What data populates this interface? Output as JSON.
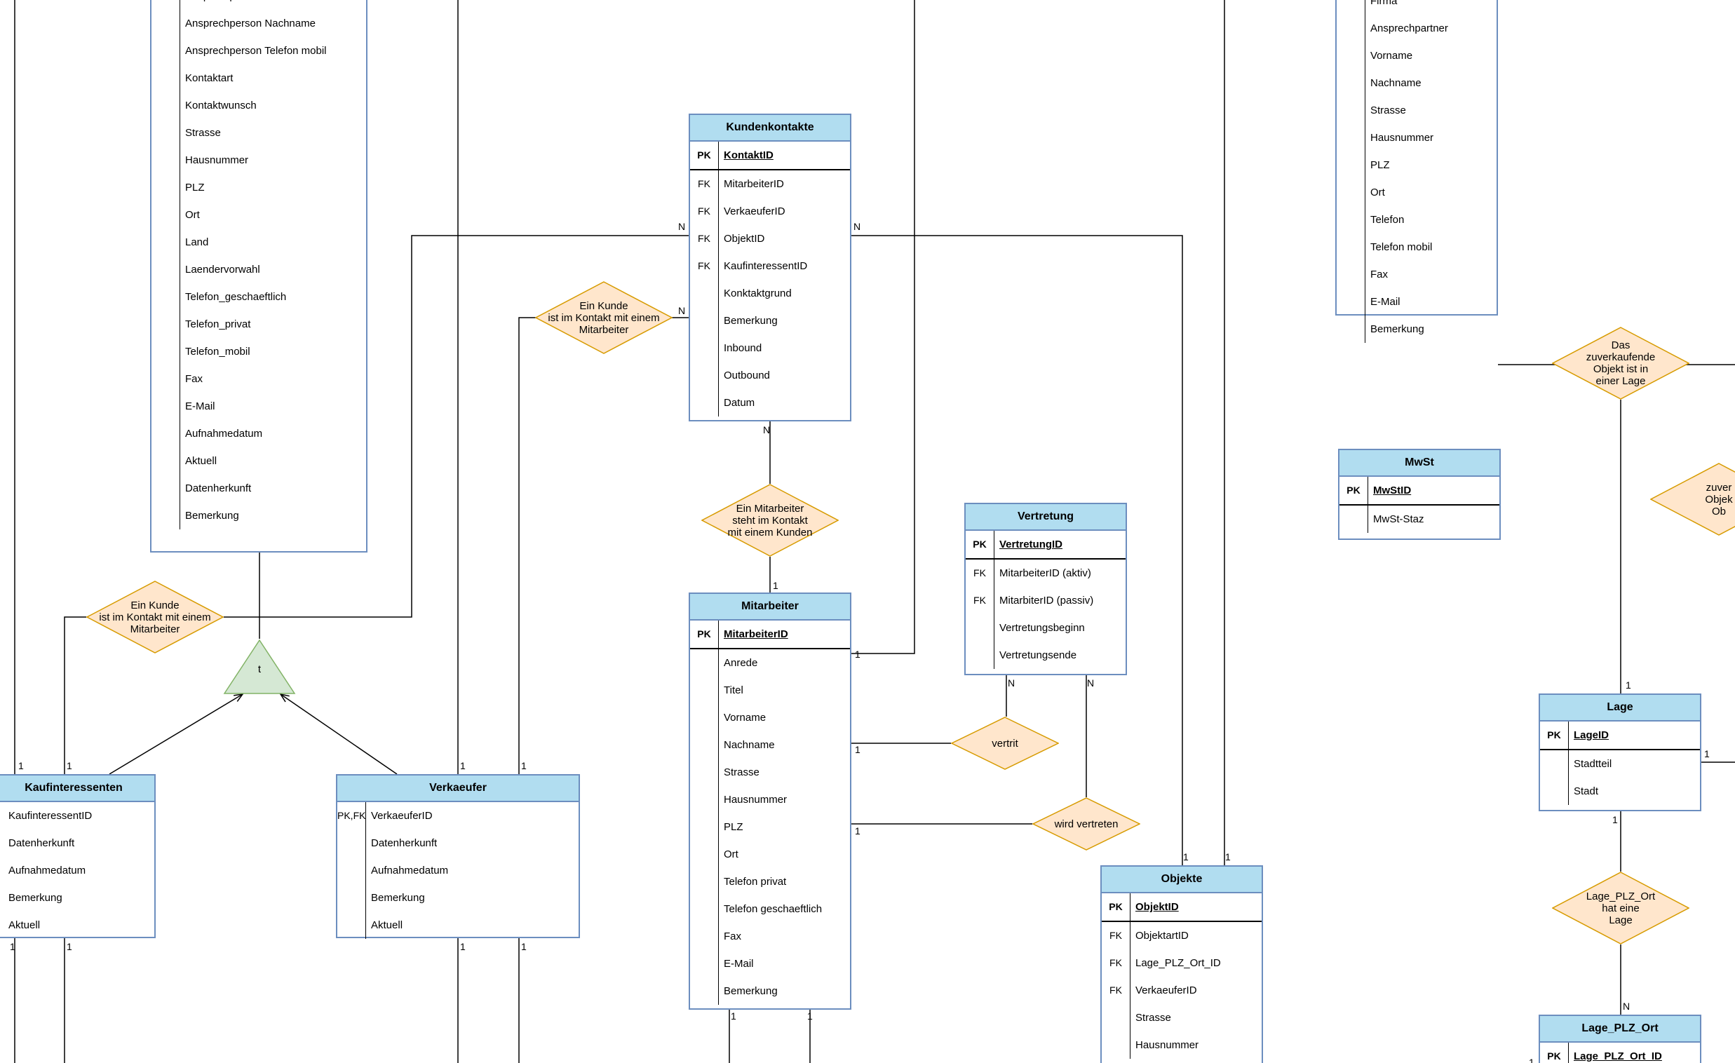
{
  "entities": [
    {
      "key": "kunden_top",
      "name": "",
      "rows": [
        {
          "key": "",
          "field": "Ansprechperson Vorname"
        },
        {
          "key": "",
          "field": "Ansprechperson Nachname"
        },
        {
          "key": "",
          "field": "Ansprechperson Telefon mobil"
        },
        {
          "key": "",
          "field": "Kontaktart"
        },
        {
          "key": "",
          "field": "Kontaktwunsch"
        },
        {
          "key": "",
          "field": "Strasse"
        },
        {
          "key": "",
          "field": "Hausnummer"
        },
        {
          "key": "",
          "field": "PLZ"
        },
        {
          "key": "",
          "field": "Ort"
        },
        {
          "key": "",
          "field": "Land"
        },
        {
          "key": "",
          "field": "Laendervorwahl"
        },
        {
          "key": "",
          "field": "Telefon_geschaeftlich"
        },
        {
          "key": "",
          "field": "Telefon_privat"
        },
        {
          "key": "",
          "field": "Telefon_mobil"
        },
        {
          "key": "",
          "field": "Fax"
        },
        {
          "key": "",
          "field": "E-Mail"
        },
        {
          "key": "",
          "field": "Aufnahmedatum"
        },
        {
          "key": "",
          "field": "Aktuell"
        },
        {
          "key": "",
          "field": "Datenherkunft"
        },
        {
          "key": "",
          "field": "Bemerkung"
        }
      ]
    },
    {
      "key": "kontakte",
      "name": "Kundenkontakte",
      "rows": [
        {
          "key": "PK",
          "field": "KontaktID",
          "pk": true
        },
        {
          "key": "FK",
          "field": "MitarbeiterID"
        },
        {
          "key": "FK",
          "field": "VerkaeuferID"
        },
        {
          "key": "FK",
          "field": "ObjektID"
        },
        {
          "key": "FK",
          "field": "KaufinteressentID"
        },
        {
          "key": "",
          "field": "Konktaktgrund"
        },
        {
          "key": "",
          "field": "Bemerkung"
        },
        {
          "key": "",
          "field": "Inbound"
        },
        {
          "key": "",
          "field": "Outbound"
        },
        {
          "key": "",
          "field": "Datum"
        }
      ]
    },
    {
      "key": "anbieter_top",
      "name": "",
      "rows": [
        {
          "key": "",
          "field": "Firma"
        },
        {
          "key": "",
          "field": "Ansprechpartner"
        },
        {
          "key": "",
          "field": "Vorname"
        },
        {
          "key": "",
          "field": "Nachname"
        },
        {
          "key": "",
          "field": "Strasse"
        },
        {
          "key": "",
          "field": "Hausnummer"
        },
        {
          "key": "",
          "field": "PLZ"
        },
        {
          "key": "",
          "field": "Ort"
        },
        {
          "key": "",
          "field": "Telefon"
        },
        {
          "key": "",
          "field": "Telefon mobil"
        },
        {
          "key": "",
          "field": "Fax"
        },
        {
          "key": "",
          "field": "E-Mail"
        },
        {
          "key": "",
          "field": "Bemerkung"
        }
      ]
    },
    {
      "key": "mwst",
      "name": "MwSt",
      "rows": [
        {
          "key": "PK",
          "field": "MwStID",
          "pk": true
        },
        {
          "key": "",
          "field": "MwSt-Staz"
        }
      ]
    },
    {
      "key": "vertretung",
      "name": "Vertretung",
      "rows": [
        {
          "key": "PK",
          "field": "VertretungID",
          "pk": true
        },
        {
          "key": "FK",
          "field": "MitarbeiterID (aktiv)"
        },
        {
          "key": "FK",
          "field": "MitarbiterID (passiv)"
        },
        {
          "key": "",
          "field": "Vertretungsbeginn"
        },
        {
          "key": "",
          "field": "Vertretungsende"
        }
      ]
    },
    {
      "key": "mitarbeiter",
      "name": "Mitarbeiter",
      "rows": [
        {
          "key": "PK",
          "field": "MitarbeiterID",
          "pk": true
        },
        {
          "key": "",
          "field": "Anrede"
        },
        {
          "key": "",
          "field": "Titel"
        },
        {
          "key": "",
          "field": "Vorname"
        },
        {
          "key": "",
          "field": "Nachname"
        },
        {
          "key": "",
          "field": "Strasse"
        },
        {
          "key": "",
          "field": "Hausnummer"
        },
        {
          "key": "",
          "field": "PLZ"
        },
        {
          "key": "",
          "field": "Ort"
        },
        {
          "key": "",
          "field": "Telefon privat"
        },
        {
          "key": "",
          "field": "Telefon geschaeftlich"
        },
        {
          "key": "",
          "field": "Fax"
        },
        {
          "key": "",
          "field": "E-Mail"
        },
        {
          "key": "",
          "field": "Bemerkung"
        }
      ]
    },
    {
      "key": "lage",
      "name": "Lage",
      "rows": [
        {
          "key": "PK",
          "field": "LageID",
          "pk": true
        },
        {
          "key": "",
          "field": "Stadtteil"
        },
        {
          "key": "",
          "field": "Stadt"
        }
      ]
    },
    {
      "key": "kaufinteressenten",
      "name": "Kaufinteressenten",
      "rows": [
        {
          "key": "",
          "field": "KaufinteressentID"
        },
        {
          "key": "",
          "field": "Datenherkunft"
        },
        {
          "key": "",
          "field": "Aufnahmedatum"
        },
        {
          "key": "",
          "field": "Bemerkung"
        },
        {
          "key": "",
          "field": "Aktuell"
        }
      ]
    },
    {
      "key": "verkaeufer",
      "name": "Verkaeufer",
      "rows": [
        {
          "key": "PK,FK",
          "field": "VerkaeuferID"
        },
        {
          "key": "",
          "field": "Datenherkunft"
        },
        {
          "key": "",
          "field": "Aufnahmedatum"
        },
        {
          "key": "",
          "field": "Bemerkung"
        },
        {
          "key": "",
          "field": "Aktuell"
        }
      ]
    },
    {
      "key": "objekte",
      "name": "Objekte",
      "rows": [
        {
          "key": "PK",
          "field": "ObjektID",
          "pk": true
        },
        {
          "key": "FK",
          "field": "ObjektartID"
        },
        {
          "key": "FK",
          "field": "Lage_PLZ_Ort_ID"
        },
        {
          "key": "FK",
          "field": "VerkaeuferID"
        },
        {
          "key": "",
          "field": "Strasse"
        },
        {
          "key": "",
          "field": "Hausnummer"
        }
      ]
    },
    {
      "key": "lage_plz_ort",
      "name": "Lage_PLZ_Ort",
      "rows": [
        {
          "key": "PK",
          "field": "Lage_PLZ_Ort_ID",
          "pk": true
        }
      ]
    }
  ],
  "relationships": [
    {
      "key": "rel_kunde_mitarbeiter_1",
      "lines": [
        "Ein Kunde",
        "ist im Kontakt mit einem",
        "Mitarbeiter"
      ]
    },
    {
      "key": "rel_mitarbeiter_kunde",
      "lines": [
        "Ein Mitarbeiter",
        "steht im Kontakt",
        "mit einem Kunden"
      ]
    },
    {
      "key": "rel_kunde_mitarbeiter_2",
      "lines": [
        "Ein Kunde",
        "ist im Kontakt mit einem",
        "Mitarbeiter"
      ]
    },
    {
      "key": "rel_vertrit",
      "lines": [
        "vertrit"
      ]
    },
    {
      "key": "rel_wird_vertreten",
      "lines": [
        "wird vertreten"
      ]
    },
    {
      "key": "rel_objekt_lage",
      "lines": [
        "Das",
        "zuverkaufende",
        "Objekt ist in",
        "einer Lage"
      ]
    },
    {
      "key": "rel_right_partial",
      "lines": [
        "zuver",
        "Objek",
        "Ob"
      ]
    },
    {
      "key": "rel_lage_plz",
      "lines": [
        "Lage_PLZ_Ort",
        "hat eine",
        "Lage"
      ]
    }
  ],
  "inheritance": {
    "label": "t"
  },
  "cardinalities": [
    "N",
    "N",
    "N",
    "N",
    "1",
    "1",
    "1",
    "1",
    "1",
    "1",
    "1",
    "1",
    "1",
    "1",
    "1",
    "1",
    "1",
    "1",
    "1",
    "1",
    "1",
    "1",
    "1",
    "1",
    "N",
    "N",
    "1",
    "1",
    "N",
    "N",
    "N",
    "1"
  ],
  "colors": {
    "entity_header": "#b1ddf0",
    "entity_border": "#6c8ebf",
    "relationship_fill": "#ffe6cc",
    "relationship_border": "#d79b00",
    "inheritance_fill": "#d5e8d4",
    "inheritance_border": "#82b366"
  }
}
